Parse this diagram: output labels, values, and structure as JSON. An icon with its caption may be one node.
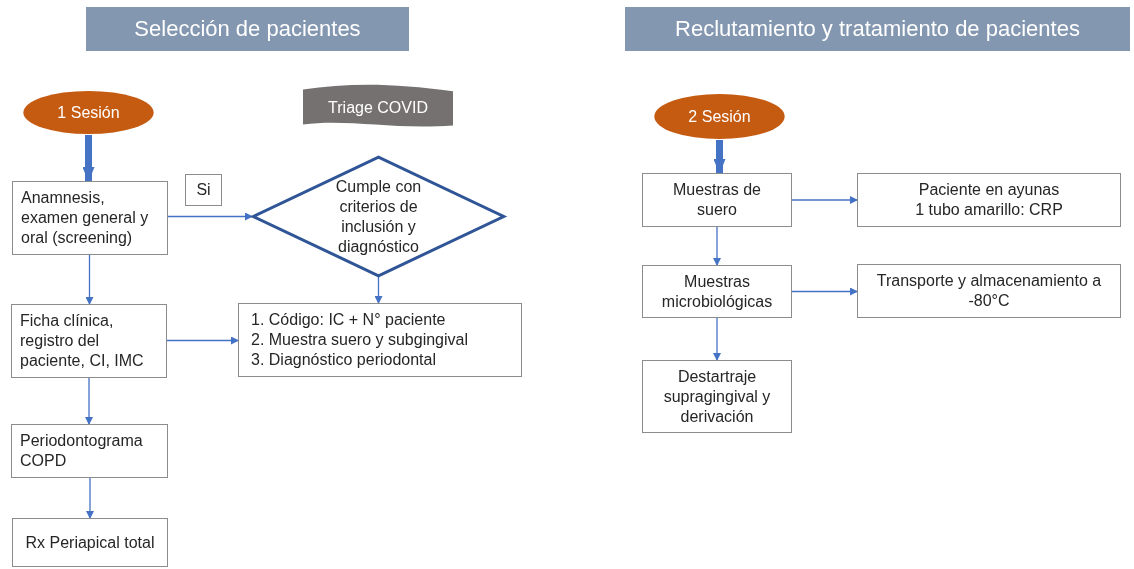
{
  "diagram": {
    "nodes": [
      {
        "text": [
          "Selección de pacientes"
        ]
      },
      {
        "text": [
          "Reclutamiento y tratamiento de pacientes"
        ]
      },
      {
        "text": [
          "1 Sesión"
        ]
      },
      {
        "text": [
          "Triage COVID"
        ]
      },
      {
        "text": [
          "Anamnesis, examen general y oral (screening)"
        ]
      },
      {
        "text": [
          "Si"
        ]
      },
      {
        "text": [
          "Cumple con criterios de inclusión y diagnóstico"
        ]
      },
      {
        "text": [
          "Ficha clínica, registro del paciente, CI, IMC"
        ]
      },
      {
        "text": [
          "1. Código: IC + N° paciente",
          "2. Muestra suero y subgingival",
          "3. Diagnóstico periodontal"
        ]
      },
      {
        "text": [
          "Periodontograma COPD"
        ]
      },
      {
        "text": [
          "Rx Periapical total"
        ]
      },
      {
        "text": [
          "2 Sesión"
        ]
      },
      {
        "text": [
          "Muestras de suero"
        ]
      },
      {
        "text": [
          "Paciente en ayunas",
          "1 tubo amarillo: CRP"
        ]
      },
      {
        "text": [
          "Muestras microbiológicas"
        ]
      },
      {
        "text": [
          "Transporte y almacenamiento a -80°C"
        ]
      },
      {
        "text": [
          "Destartraje supragingival y derivación"
        ]
      }
    ],
    "edges": [
      {
        "from": 2,
        "to": 4,
        "arrow": "to",
        "style": "thick"
      },
      {
        "from": 4,
        "to": 6,
        "arrow": "to"
      },
      {
        "from": 4,
        "to": 7,
        "arrow": "to"
      },
      {
        "from": 6,
        "to": 8,
        "arrow": "to"
      },
      {
        "from": 7,
        "to": 8,
        "arrow": "to"
      },
      {
        "from": 7,
        "to": 9,
        "arrow": "to"
      },
      {
        "from": 9,
        "to": 10,
        "arrow": "to"
      },
      {
        "from": 11,
        "to": 12,
        "arrow": "to",
        "style": "thick"
      },
      {
        "from": 12,
        "to": 13,
        "arrow": "to"
      },
      {
        "from": 12,
        "to": 14,
        "arrow": "to"
      },
      {
        "from": 14,
        "to": 15,
        "arrow": "to"
      },
      {
        "from": 14,
        "to": 16,
        "arrow": "to"
      }
    ]
  }
}
